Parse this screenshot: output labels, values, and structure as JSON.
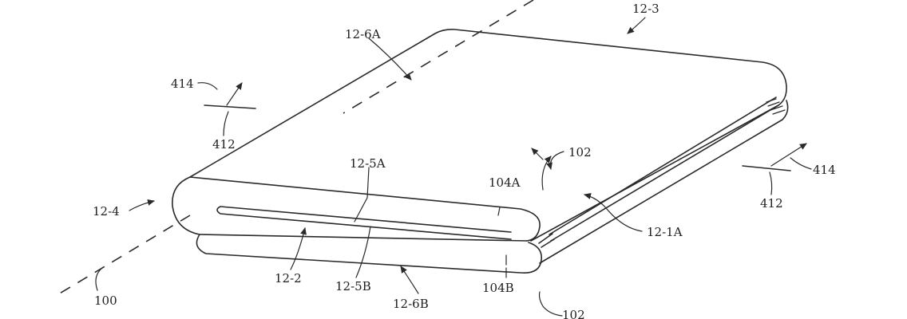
{
  "labels": {
    "l_12_3": "12-3",
    "l_12_6A": "12-6A",
    "l_414_left": "414",
    "l_412_left": "412",
    "l_102_top": "102",
    "l_12_5A": "12-5A",
    "l_104A": "104A",
    "l_414_right": "414",
    "l_412_right": "412",
    "l_12_4": "12-4",
    "l_12_1A": "12-1A",
    "l_12_2": "12-2",
    "l_12_5B": "12-5B",
    "l_104B": "104B",
    "l_100": "100",
    "l_12_6B": "12-6B",
    "l_102_bottom": "102"
  }
}
